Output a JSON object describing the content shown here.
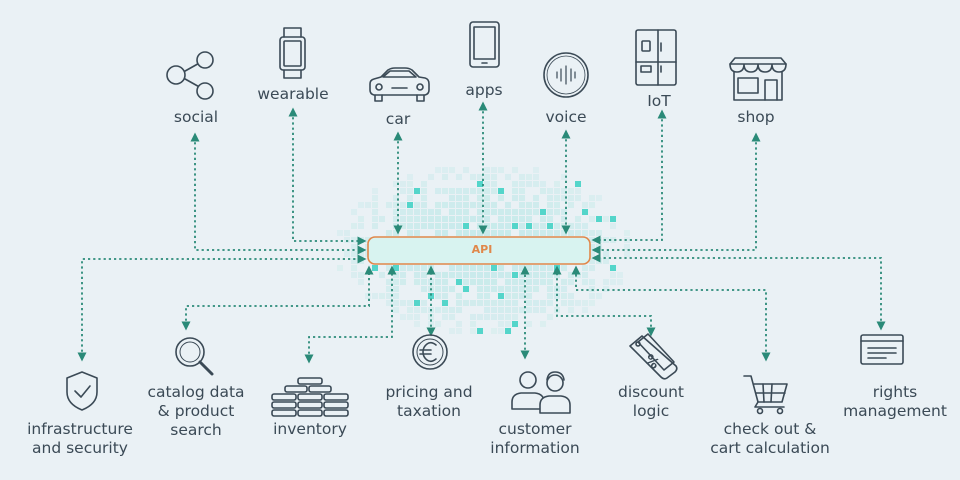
{
  "api": {
    "label": "API"
  },
  "top_nodes": {
    "social": "social",
    "wearable": "wearable",
    "car": "car",
    "apps": "apps",
    "voice": "voice",
    "iot": "IoT",
    "shop": "shop"
  },
  "bottom_nodes": {
    "infrastructure": "infrastructure\nand security",
    "catalog": "catalog data\n& product\nsearch",
    "inventory": "inventory",
    "pricing": "pricing and\ntaxation",
    "customer": "customer\ninformation",
    "discount": "discount\nlogic",
    "checkout": "check out &\ncart calculation",
    "rights": "rights\nmanagement"
  },
  "icons": {
    "social": "share-icon",
    "wearable": "smartwatch-icon",
    "car": "car-icon",
    "apps": "tablet-icon",
    "voice": "voice-assistant-icon",
    "iot": "fridge-icon",
    "shop": "storefront-icon",
    "infrastructure": "shield-check-icon",
    "catalog": "magnifier-icon",
    "inventory": "stacked-bars-icon",
    "pricing": "euro-coin-icon",
    "customer": "people-icon",
    "discount": "percent-tag-icon",
    "checkout": "shopping-cart-icon",
    "rights": "document-list-icon"
  },
  "colors": {
    "background": "#eaf1f5",
    "line": "#2a8a78",
    "icon": "#3b4a56",
    "api_border": "#e0874a",
    "api_fill": "#d8f3f0",
    "cloud_tile": "#b8e7e6",
    "cloud_accent": "#44d1c5"
  }
}
